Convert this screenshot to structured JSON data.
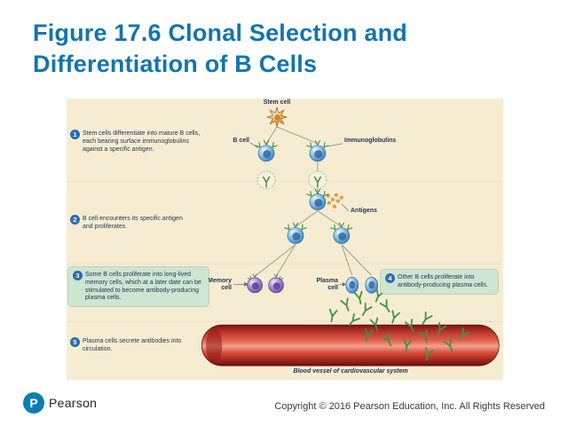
{
  "title": {
    "line1": "Figure 17.6 Clonal Selection and",
    "line2": "Differentiation of B Cells"
  },
  "labels": {
    "stem_cell": "Stem cell",
    "b_cell": "B cell",
    "immunoglobulins": "Immunoglobulins",
    "antigens": "Antigens",
    "memory_cell": "Memory cell",
    "plasma_cell": "Plasma cell",
    "blood_vessel": "Blood vessel of cardiovascular system"
  },
  "steps": [
    {
      "num": "1",
      "text": "Stem cells differentiate into mature B cells, each bearing surface immunoglobulins against a specific antigen."
    },
    {
      "num": "2",
      "text": "B cell encounters its specific antigen and proliferates."
    },
    {
      "num": "3",
      "text": "Some B cells proliferate into long-lived memory cells, which at a later date can be stimulated to become antibody-producing plasma cells."
    },
    {
      "num": "4",
      "text": "Other B cells proliferate into antibody-producing plasma cells."
    },
    {
      "num": "5",
      "text": "Plasma cells secrete antibodies into circulation."
    }
  ],
  "footer": {
    "brand": "Pearson",
    "logo_glyph": "P",
    "copyright": "Copyright © 2016 Pearson Education, Inc. All Rights Reserved"
  },
  "colors": {
    "title_blue": "#1175b0",
    "panel_bg": "#f6ecd2",
    "badge_blue": "#2b6cb0",
    "highlight_green": "#cde6d2",
    "text_dark": "#1c3350",
    "antibody_green": "#3f9346",
    "vessel_red": "#c0271c",
    "logo_blue": "#0a7eb4"
  }
}
